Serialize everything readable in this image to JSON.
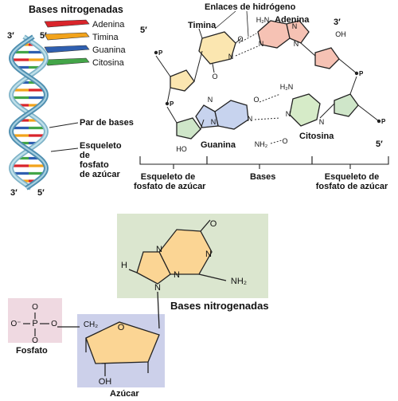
{
  "legend": {
    "title": "Bases nitrogenadas",
    "items": [
      {
        "label": "Adenina",
        "color": "#d9242a"
      },
      {
        "label": "Timina",
        "color": "#f2a31b"
      },
      {
        "label": "Guanina",
        "color": "#2f5fb0"
      },
      {
        "label": "Citosina",
        "color": "#43a548"
      }
    ]
  },
  "helix": {
    "end_3_top": "3′",
    "end_5_top": "5′",
    "end_3_bottom": "3′",
    "end_5_bottom": "5′",
    "base_pair_label": "Par de bases",
    "backbone_label": "Esqueleto\nde\nfosfato\nde azúcar"
  },
  "structure": {
    "hydrogen_bonds": "Enlaces de hidrógeno",
    "thymine": "Timina",
    "adenine": "Adenina",
    "guanine": "Guanina",
    "cytosine": "Citosina",
    "end_5_left": "5′",
    "end_3_right": "3′",
    "end_5_right": "5′",
    "bracket_left": "Esqueleto de\nfosfato de azúcar",
    "bracket_middle": "Bases",
    "bracket_right": "Esqueleto de\nfosfato de azúcar",
    "colors": {
      "thymine": "#fbe6b0",
      "adenine": "#f6c2b4",
      "guanine": "#c7d3ee",
      "cytosine": "#d6ebc8",
      "sugar": "#cfe6c9"
    }
  },
  "nucleotide": {
    "base_label": "Bases nitrogenadas",
    "phosphate_label": "Fosfato",
    "sugar_label": "Azúcar",
    "colors": {
      "base_box": "#dbe6cf",
      "phosphate_box": "#efd9e1",
      "sugar_box": "#ccd0ea",
      "ring_fill": "#fbd594"
    }
  }
}
